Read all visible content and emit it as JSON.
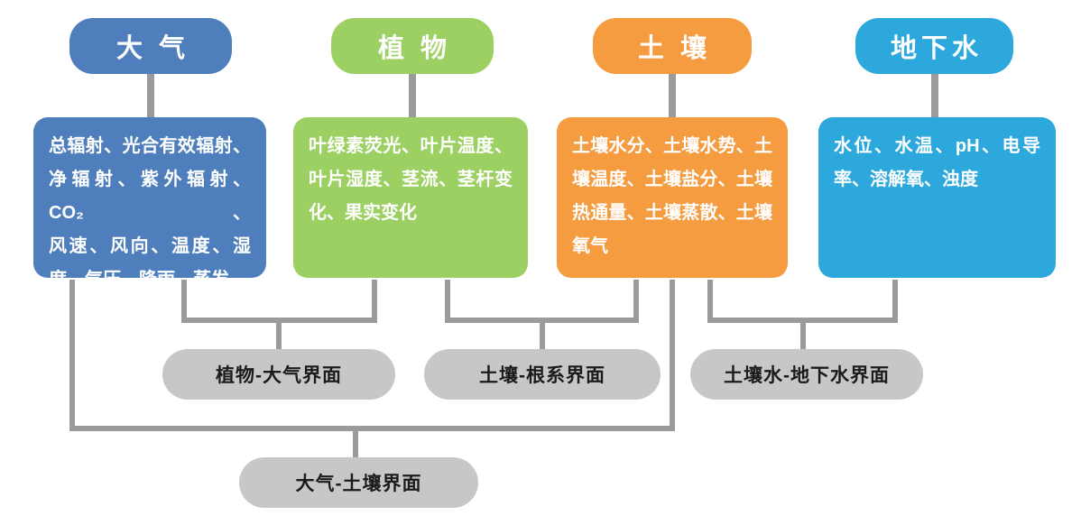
{
  "colors": {
    "atmosphere": "#4E7FBC",
    "plant": "#9CD063",
    "soil": "#F59B40",
    "groundwater": "#2CA8DD",
    "connector": "#9B9B9D",
    "interface_fill": "#C7C7C9",
    "interface_text": "#1B1B1B"
  },
  "columns": [
    {
      "header": "大 气",
      "lines": [
        "总辐射、光合有效辐射、",
        "净辐射、紫外辐射、CO₂、",
        "风速、风向、温度、湿",
        "度、气压、降雨、蒸发"
      ]
    },
    {
      "header": "植 物",
      "lines": [
        "叶绿素荧光、叶片温度、",
        "叶片湿度、茎流、茎杆变",
        "化、果实变化"
      ]
    },
    {
      "header": "土 壤",
      "lines": [
        "土壤水分、土壤水势、土",
        "壤温度、土壤盐分、土壤",
        "热通量、土壤蒸散、土壤",
        "氧气"
      ]
    },
    {
      "header": "地下水",
      "lines": [
        "水位、水温、pH、电导",
        "率、溶解氧、浊度"
      ]
    }
  ],
  "interfaces": [
    "植物-大气界面",
    "土壤-根系界面",
    "土壤水-地下水界面",
    "大气-土壤界面"
  ]
}
